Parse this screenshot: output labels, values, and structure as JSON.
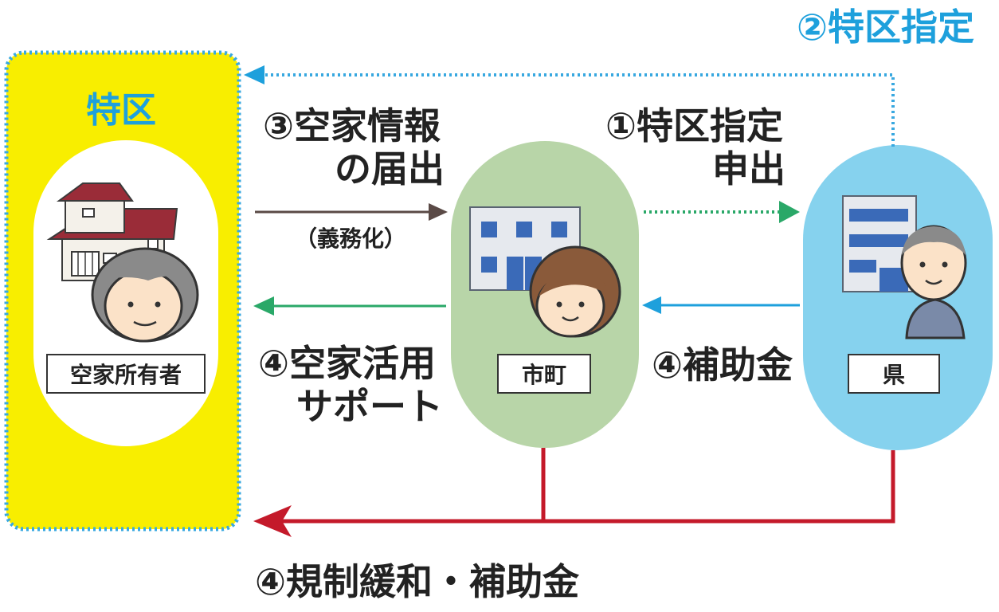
{
  "zone": {
    "title": "特区"
  },
  "top_label": "②特区指定",
  "owner": {
    "label": "空家所有者"
  },
  "city": {
    "label": "市町"
  },
  "prefecture": {
    "label": "県"
  },
  "flows": {
    "report": {
      "line1": "③空家情報",
      "line2": "の届出",
      "note": "（義務化）"
    },
    "apply": {
      "line1": "①特区指定",
      "line2": "申出"
    },
    "support": {
      "line1": "④空家活用",
      "line2": "サポート"
    },
    "subsidy": {
      "label": "④補助金"
    },
    "deregulation": {
      "label": "④規制緩和・補助金"
    }
  },
  "colors": {
    "zone_fill": "#f8ee00",
    "zone_border": "#38a8e0",
    "city_fill": "#b8d5a8",
    "pref_fill": "#86d2ee",
    "accent_blue": "#1ea0dc",
    "report_arrow": "#5a4a46",
    "apply_arrow": "#2aa868",
    "support_arrow": "#2aa868",
    "subsidy_arrow": "#1ea0dc",
    "dereg_arrow": "#c41a2a"
  }
}
